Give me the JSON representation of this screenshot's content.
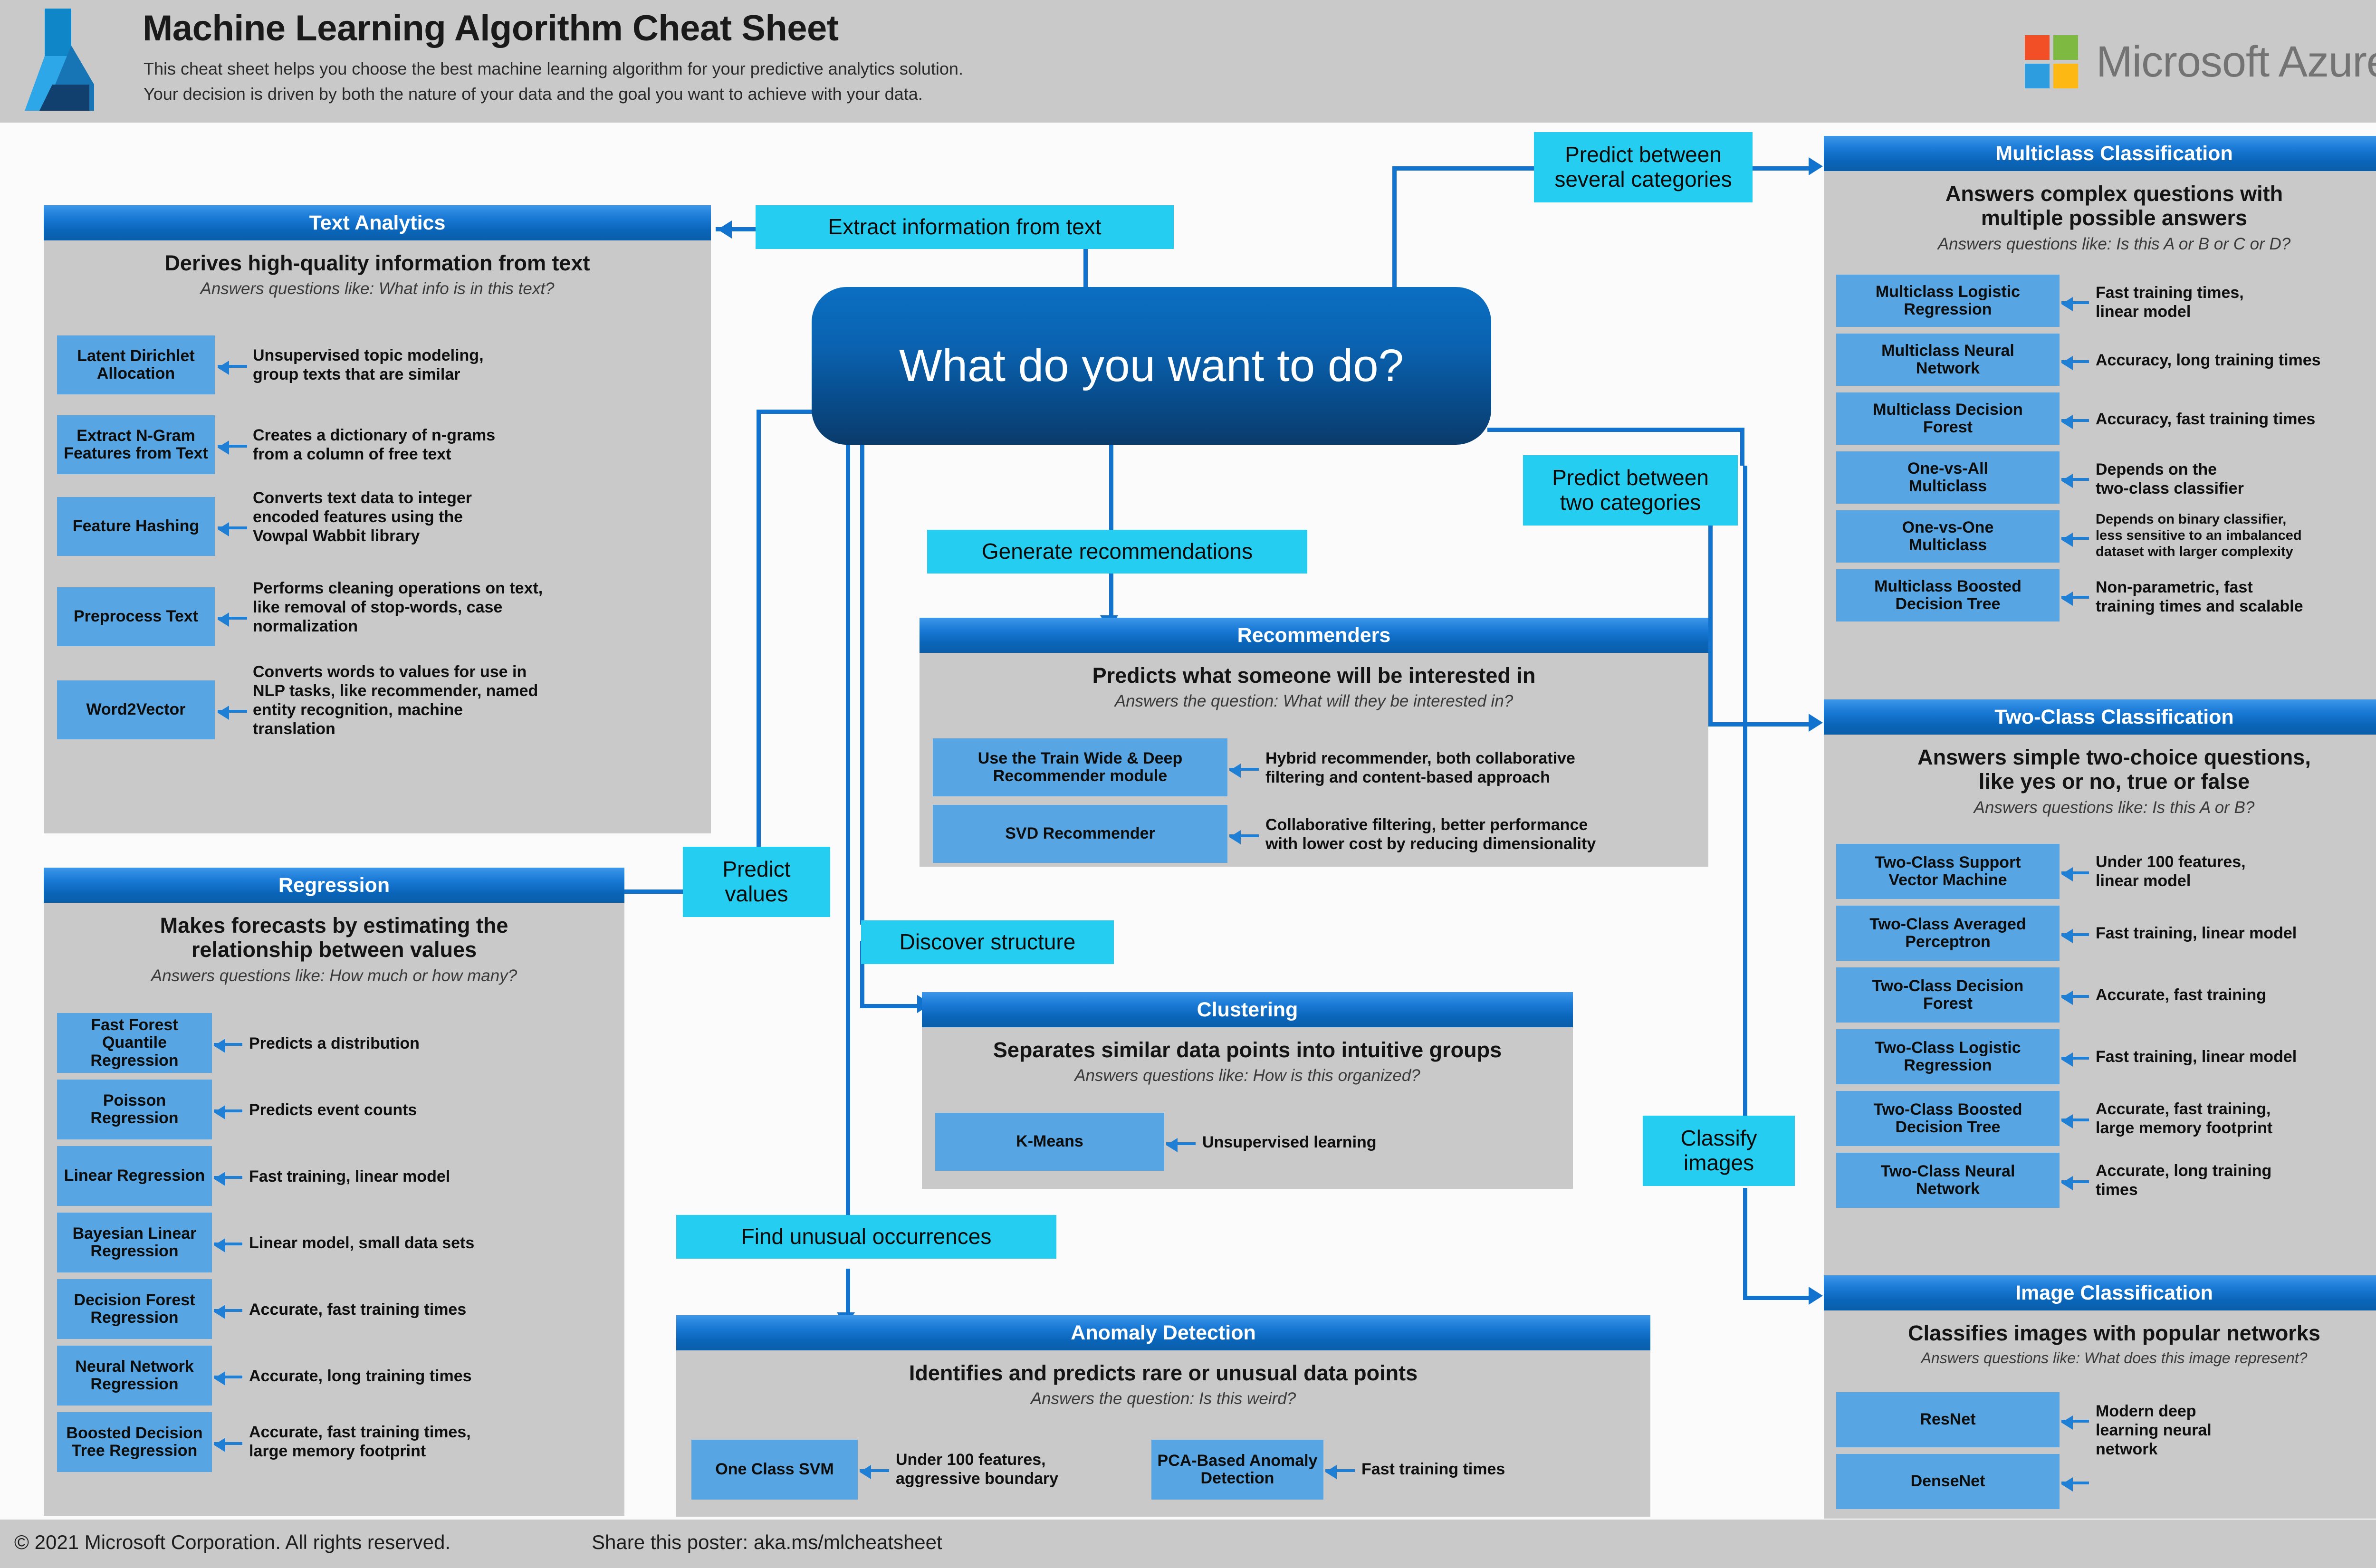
{
  "header": {
    "title": "Machine Learning Algorithm Cheat Sheet",
    "subtitle_line1": "This cheat sheet helps you choose the best machine learning algorithm for your predictive analytics solution.",
    "subtitle_line2": "Your decision is driven by both the nature of your data and the goal you want to achieve with your data.",
    "brand": "Microsoft Azure",
    "brand_colors": [
      "#f24f26",
      "#7eba41",
      "#2e9ddf",
      "#fdb813"
    ],
    "logo_icon": "azure-logo-icon"
  },
  "hub": {
    "question": "What do you want to do?"
  },
  "decision_labels": {
    "extract_info": "Extract information from text",
    "predict_several": "Predict between\nseveral categories",
    "predict_two": "Predict between\ntwo categories",
    "generate_recommendations": "Generate recommendations",
    "predict_values": "Predict\nvalues",
    "discover_structure": "Discover structure",
    "find_unusual": "Find unusual occurrences",
    "classify_images": "Classify\nimages"
  },
  "panels": {
    "text_analytics": {
      "header": "Text Analytics",
      "title": "Derives high-quality information from text",
      "question": "Answers questions like: What info is in this text?",
      "algorithms": [
        {
          "name": "Latent Dirichlet\nAllocation",
          "desc": "Unsupervised topic modeling,\ngroup texts that are similar"
        },
        {
          "name": "Extract N-Gram\nFeatures from Text",
          "desc": "Creates a dictionary of n-grams\nfrom a column of free text"
        },
        {
          "name": "Feature Hashing",
          "desc": "Converts text data to integer\nencoded features using the\nVowpal Wabbit library"
        },
        {
          "name": "Preprocess Text",
          "desc": "Performs cleaning operations on text,\nlike removal of stop-words, case\nnormalization"
        },
        {
          "name": "Word2Vector",
          "desc": "Converts words to values for use in\nNLP tasks, like recommender, named\nentity recognition, machine\ntranslation"
        }
      ]
    },
    "regression": {
      "header": "Regression",
      "title": "Makes forecasts by estimating the\nrelationship between values",
      "question": "Answers questions like: How much or how many?",
      "algorithms": [
        {
          "name": "Fast Forest Quantile\nRegression",
          "desc": "Predicts a distribution"
        },
        {
          "name": "Poisson Regression",
          "desc": "Predicts event counts"
        },
        {
          "name": "Linear Regression",
          "desc": "Fast training, linear model"
        },
        {
          "name": "Bayesian Linear\nRegression",
          "desc": "Linear model, small data sets"
        },
        {
          "name": "Decision Forest\nRegression",
          "desc": "Accurate, fast training times"
        },
        {
          "name": "Neural Network\nRegression",
          "desc": "Accurate, long training times"
        },
        {
          "name": "Boosted Decision\nTree Regression",
          "desc": "Accurate, fast training times,\nlarge memory footprint"
        }
      ]
    },
    "recommenders": {
      "header": "Recommenders",
      "title": "Predicts what someone will be interested in",
      "question": "Answers the question: What will they be interested in?",
      "algorithms": [
        {
          "name": "Use the Train Wide & Deep\nRecommender module",
          "desc": "Hybrid recommender, both collaborative\nfiltering and content-based approach"
        },
        {
          "name": "SVD Recommender",
          "desc": "Collaborative filtering, better performance\nwith lower cost by reducing dimensionality"
        }
      ]
    },
    "clustering": {
      "header": "Clustering",
      "title": "Separates similar data points into intuitive groups",
      "question": "Answers questions like: How is this organized?",
      "algorithms": [
        {
          "name": "K-Means",
          "desc": "Unsupervised learning"
        }
      ]
    },
    "anomaly_detection": {
      "header": "Anomaly Detection",
      "title": "Identifies and predicts rare or unusual data points",
      "question": "Answers the question: Is this weird?",
      "algorithms": [
        {
          "name": "One Class SVM",
          "desc": "Under 100 features,\naggressive boundary"
        },
        {
          "name": "PCA-Based Anomaly\nDetection",
          "desc": "Fast training times"
        }
      ]
    },
    "multiclass_classification": {
      "header": "Multiclass Classification",
      "title": "Answers complex questions with\nmultiple possible answers",
      "question": "Answers questions like: Is this A or B or C or D?",
      "algorithms": [
        {
          "name": "Multiclass Logistic\nRegression",
          "desc": "Fast training times,\nlinear model"
        },
        {
          "name": "Multiclass Neural\nNetwork",
          "desc": "Accuracy, long training times"
        },
        {
          "name": "Multiclass Decision\nForest",
          "desc": "Accuracy, fast training times"
        },
        {
          "name": "One-vs-All\nMulticlass",
          "desc": "Depends on the\ntwo-class classifier"
        },
        {
          "name": "One-vs-One\nMulticlass",
          "desc": "Depends on binary classifier,\nless sensitive to an imbalanced\ndataset with larger complexity"
        },
        {
          "name": "Multiclass Boosted\nDecision Tree",
          "desc": "Non-parametric, fast\ntraining times and scalable"
        }
      ]
    },
    "two_class_classification": {
      "header": "Two-Class Classification",
      "title": "Answers simple two-choice questions,\nlike yes or no, true or false",
      "question": "Answers questions like: Is this A or B?",
      "algorithms": [
        {
          "name": "Two-Class Support\nVector Machine",
          "desc": "Under 100 features,\nlinear model"
        },
        {
          "name": "Two-Class Averaged\nPerceptron",
          "desc": "Fast training, linear model"
        },
        {
          "name": "Two-Class Decision\nForest",
          "desc": "Accurate, fast training"
        },
        {
          "name": "Two-Class Logistic\nRegression",
          "desc": "Fast training, linear model"
        },
        {
          "name": "Two-Class Boosted\nDecision Tree",
          "desc": "Accurate, fast training,\nlarge memory footprint"
        },
        {
          "name": "Two-Class Neural\nNetwork",
          "desc": "Accurate, long training\ntimes"
        }
      ]
    },
    "image_classification": {
      "header": "Image Classification",
      "title": "Classifies images with popular networks",
      "question": "Answers questions like: What does this image represent?",
      "algorithms": [
        {
          "name": "ResNet",
          "desc": "Modern deep\nlearning neural\nnetwork"
        },
        {
          "name": "DenseNet",
          "desc": ""
        }
      ]
    }
  },
  "footer": {
    "copyright": "© 2021 Microsoft Corporation. All rights reserved.",
    "share": "Share this poster: aka.ms/mlcheatsheet"
  },
  "colors": {
    "panel_header_blue": "#0a65b9",
    "panel_body_gray": "#c9c9c9",
    "algo_blue": "#57a6e3",
    "cyan_label": "#25cdf0",
    "connector_blue": "#1273ce",
    "hub_blue": "#084d8d"
  }
}
